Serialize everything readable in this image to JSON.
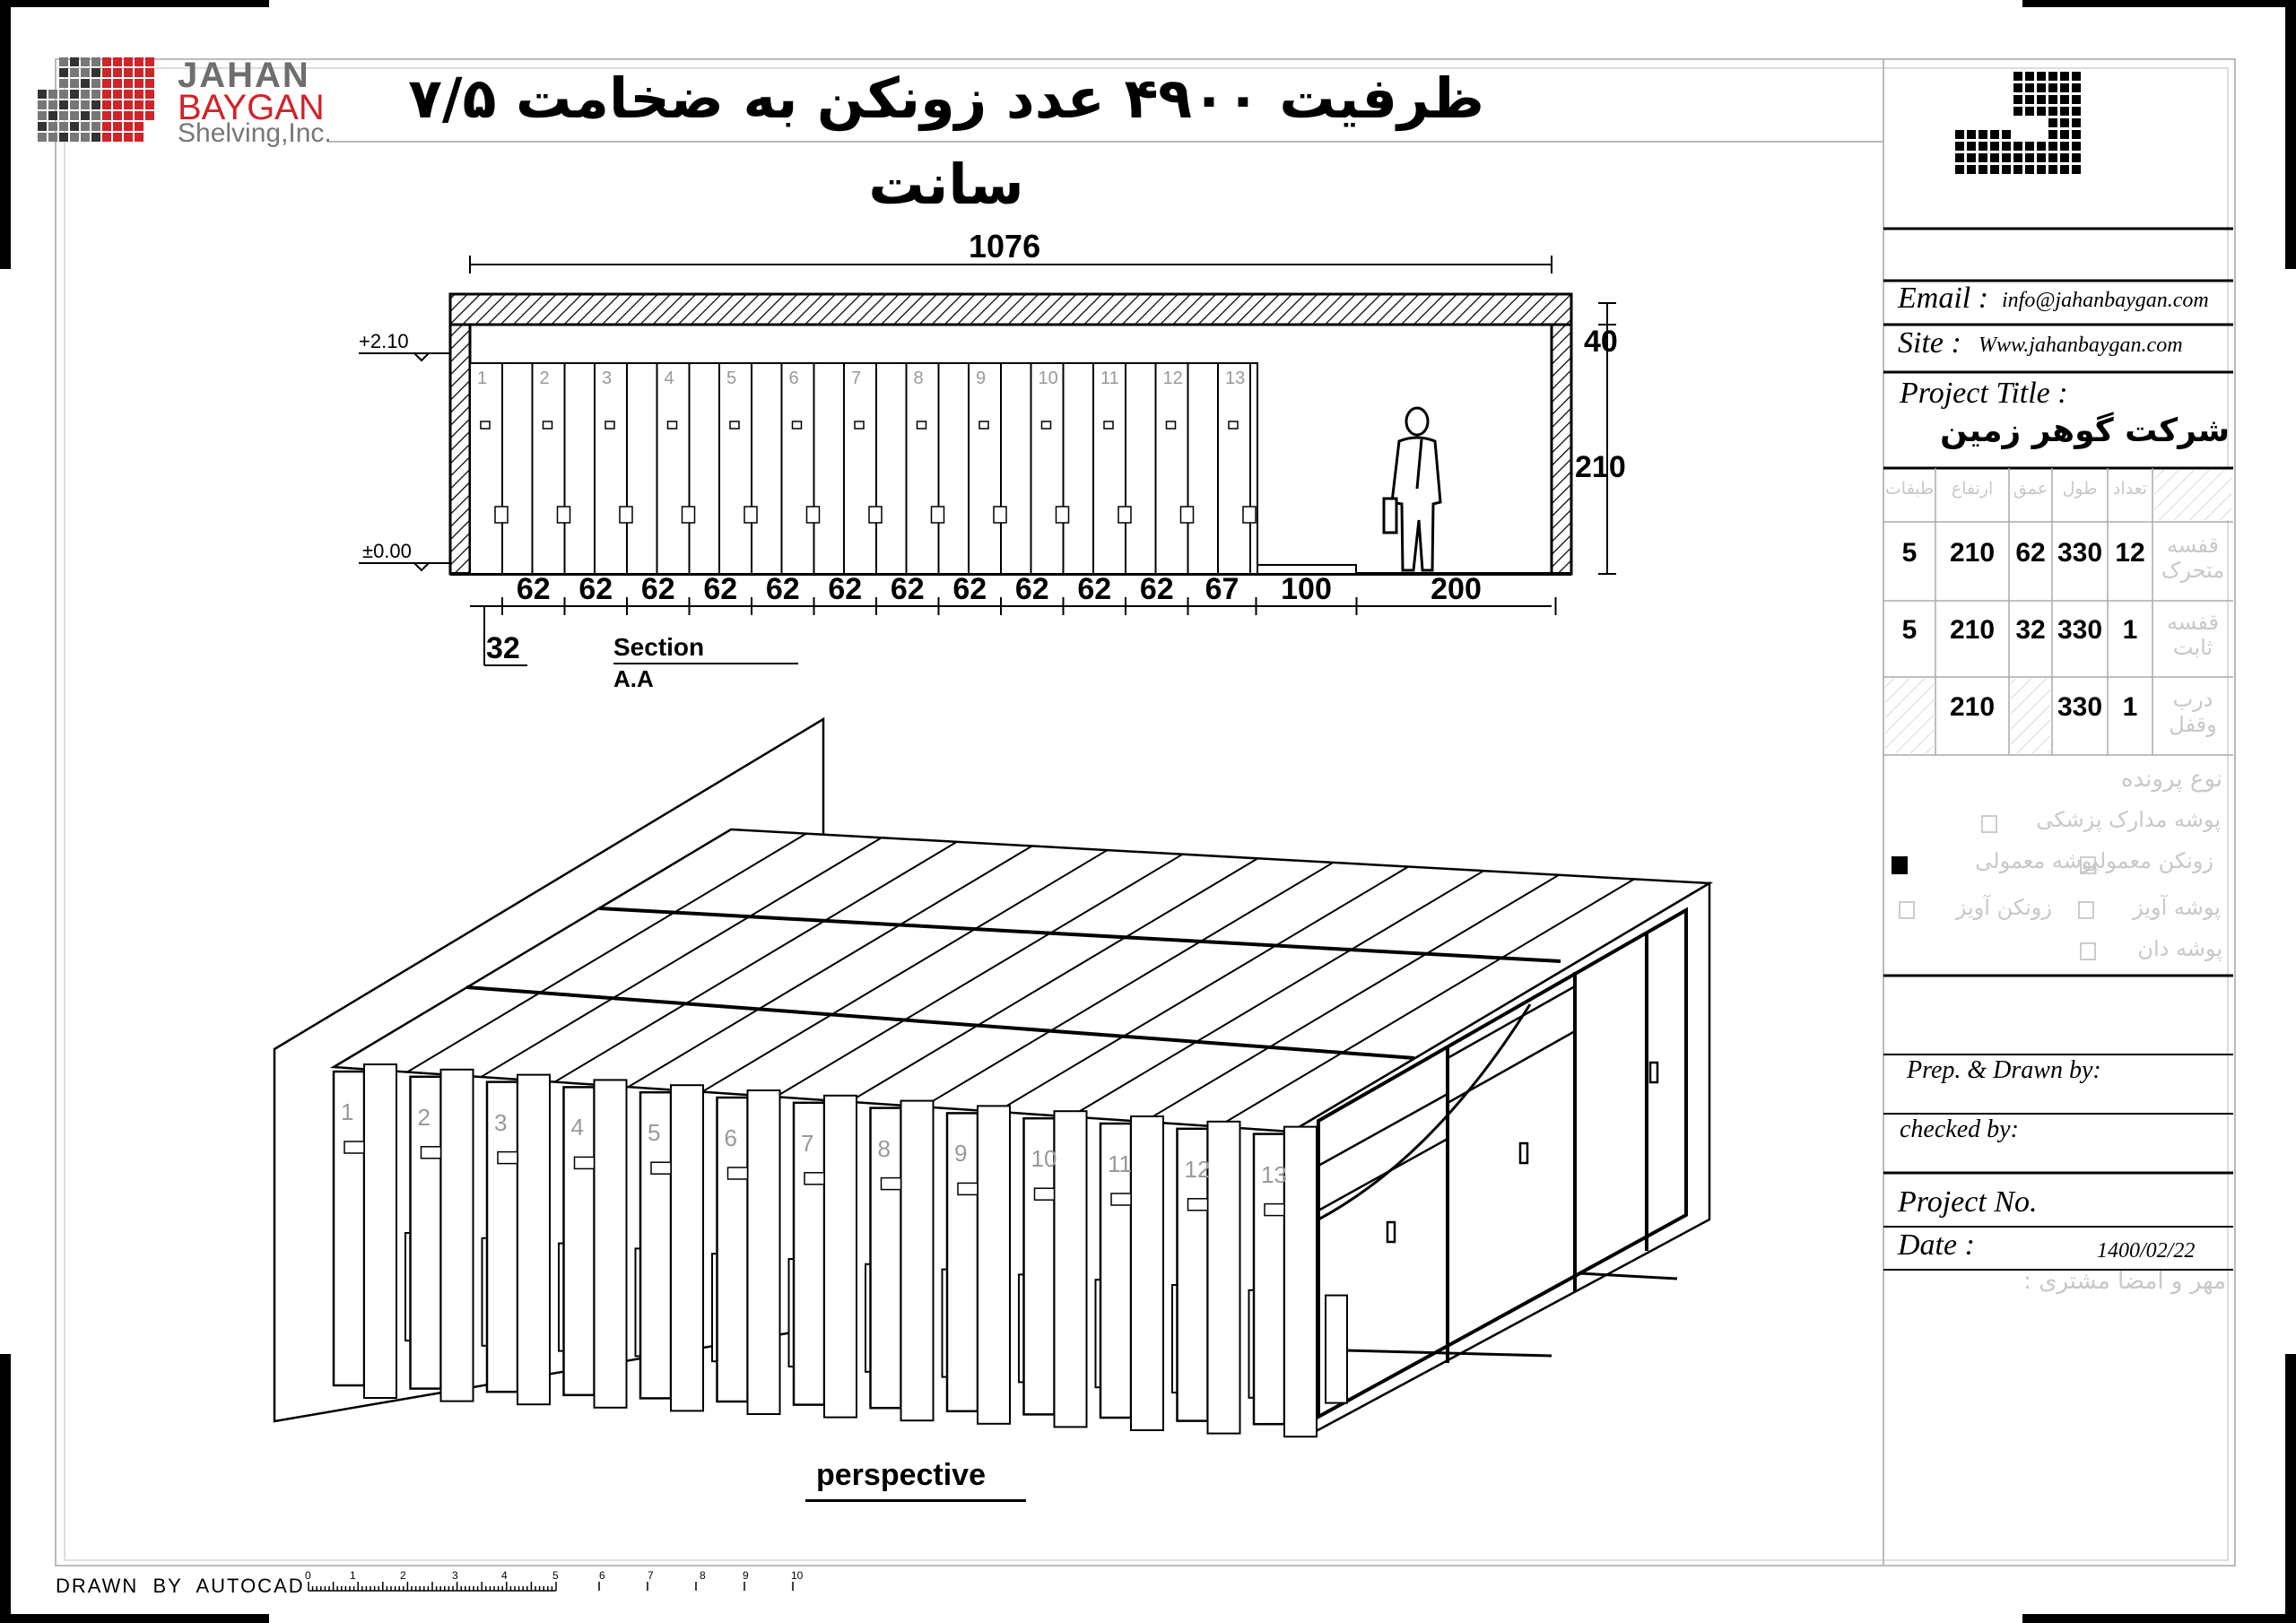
{
  "logo": {
    "line1": "JAHAN",
    "line2": "BAYGAN",
    "line3": "Shelving,Inc."
  },
  "title": "ظرفیت ۴۹۰۰ عدد زونکن به ضخامت ۷/۵ سانت",
  "section": {
    "overall": "1076",
    "top_level": "+2.10",
    "base_level": "±0.00",
    "slab": "40",
    "height": "210",
    "bottom_dims": [
      "62",
      "62",
      "62",
      "62",
      "62",
      "62",
      "62",
      "62",
      "62",
      "62",
      "62",
      "67",
      "100",
      "200"
    ],
    "end_dim": "32",
    "caption_line1": "Section",
    "caption_line2": "A.A",
    "unit_numbers": [
      "1",
      "2",
      "3",
      "4",
      "5",
      "6",
      "7",
      "8",
      "9",
      "10",
      "11",
      "12",
      "13"
    ]
  },
  "perspective": {
    "caption": "perspective",
    "unit_numbers": [
      "1",
      "2",
      "3",
      "4",
      "5",
      "6",
      "7",
      "8",
      "9",
      "10",
      "11",
      "12",
      "13"
    ]
  },
  "title_block": {
    "email_label": "Email :",
    "email_value": "info@jahanbaygan.com",
    "site_label": "Site :",
    "site_value": "Www.jahanbaygan.com",
    "project_title_label": "Project Title :",
    "project_title_value": "شرکت گوهر زمین",
    "table_headers": [
      "طبقات",
      "ارتفاع",
      "عمق",
      "طول",
      "تعداد"
    ],
    "rows": [
      {
        "label": "قفسه متحرک",
        "values": [
          "5",
          "210",
          "62",
          "330",
          "12"
        ]
      },
      {
        "label": "قفسه ثابت",
        "values": [
          "5",
          "210",
          "32",
          "330",
          "1"
        ]
      },
      {
        "label": "درب وقفل",
        "values": [
          "",
          "210",
          "",
          "330",
          "1"
        ]
      }
    ],
    "file_type_label": "نوع پرونده",
    "file_types": [
      {
        "text": "پوشه مدارک پزشکی",
        "checked": false
      },
      {
        "text": "پوشه معمولی",
        "checked": false
      },
      {
        "text": "زونکن معمولی",
        "checked": true
      },
      {
        "text": "پوشه آویز",
        "checked": false
      },
      {
        "text": "زونکن آویز",
        "checked": false
      },
      {
        "text": "پوشه دان",
        "checked": false
      }
    ],
    "prep_label": "Prep. & Drawn by:",
    "checked_label": "checked by:",
    "project_no_label": "Project No.",
    "date_label": "Date :",
    "date_value": "1400/02/22",
    "signature_label": "مهر و امضا مشتری :"
  },
  "footer": {
    "drawn_by": "DRAWN  BY  AUTOCAD",
    "scale_ticks": [
      "0",
      "1",
      "2",
      "3",
      "4",
      "5",
      "6",
      "7",
      "8",
      "9",
      "10"
    ]
  }
}
